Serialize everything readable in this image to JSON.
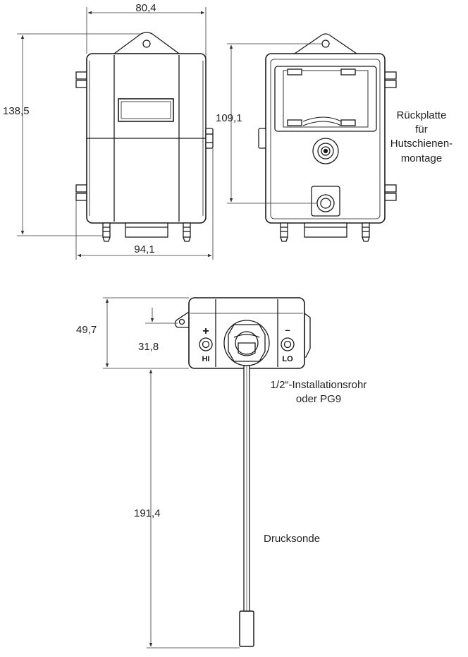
{
  "dimensions": {
    "front_width": "80,4",
    "front_height": "138,5",
    "overall_width": "94,1",
    "rear_height": "109,1",
    "bottom_height": "49,7",
    "bottom_port_height": "31,8",
    "probe_length": "191,4"
  },
  "labels": {
    "rear_plate_line1": "Rückplatte",
    "rear_plate_line2": "für",
    "rear_plate_line3": "Hutschienen-",
    "rear_plate_line4": "montage",
    "conduit_line1": "1/2“-Installationsrohr",
    "conduit_line2": "oder PG9",
    "probe": "Drucksonde"
  },
  "ports": {
    "plus_symbol": "+",
    "minus_symbol": "–",
    "hi": "HI",
    "lo": "LO"
  }
}
